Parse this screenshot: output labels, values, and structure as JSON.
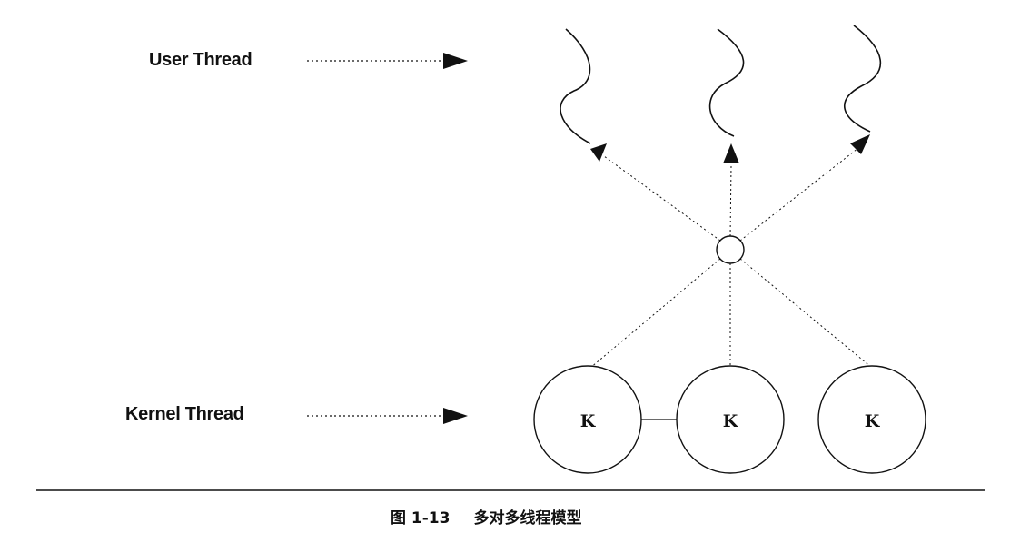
{
  "labels": {
    "user_thread": "User Thread",
    "kernel_thread": "Kernel Thread"
  },
  "kernel_threads": [
    {
      "label": "K"
    },
    {
      "label": "K"
    },
    {
      "label": "K"
    }
  ],
  "caption": {
    "number": "图 1-13",
    "title": "多对多线程模型"
  },
  "colors": {
    "ink": "#111111",
    "background": "#ffffff"
  }
}
